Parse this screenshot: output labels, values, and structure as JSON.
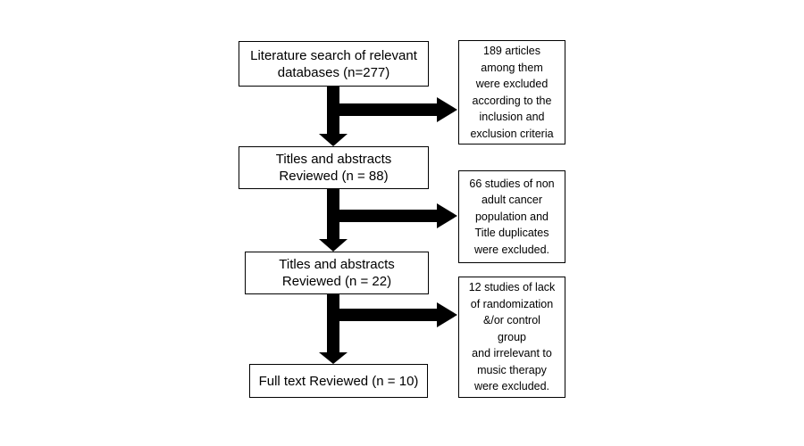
{
  "steps": [
    {
      "text": "Literature search of relevant\ndatabases (n=277)"
    },
    {
      "text": "Titles and abstracts\nReviewed (n = 88)"
    },
    {
      "text": "Titles and abstracts\nReviewed (n = 22)"
    },
    {
      "text": "Full text Reviewed (n = 10)"
    }
  ],
  "exclusions": [
    {
      "text": "189 articles\namong them\nwere excluded\naccording to the\ninclusion and\nexclusion criteria"
    },
    {
      "text": "66 studies of non\nadult cancer\npopulation and\nTitle duplicates\nwere excluded."
    },
    {
      "text": "12 studies of lack\nof randomization\n&/or control\ngroup\nand irrelevant to\nmusic therapy\nwere excluded."
    }
  ]
}
